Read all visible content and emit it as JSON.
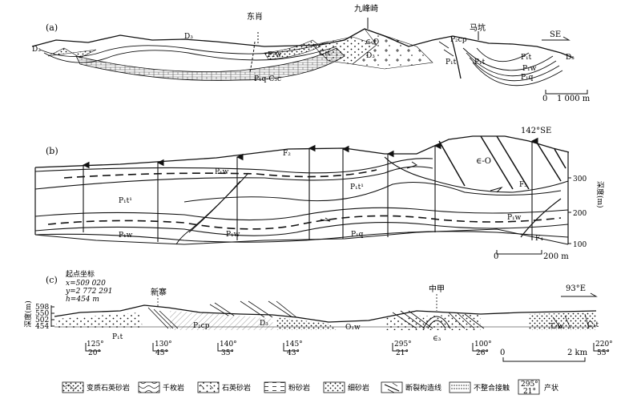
{
  "panel_a": {
    "panel_label": "(a)",
    "place_dongxiao": "东肖",
    "place_jiufengqi": "九峰崎",
    "place_makeng": "马坑",
    "direction": "SE",
    "scale_start": "0",
    "scale_end": "1 000 m",
    "units": {
      "d3_left": "D₃",
      "d3_mid": "D₃",
      "p1w": "P₁w",
      "c1t": "C₁t",
      "d3_center": "D₃",
      "cambro_ordovician": "∈-O",
      "p2cp": "P₂cp",
      "p1t_a": "P₁t",
      "p1t_b": "P₁t",
      "p1t_c": "P₁t",
      "p1w_right": "P₁w",
      "p1q_right": "P₁q",
      "d3_right": "D₃",
      "p1q_c3c": "P₁q-C₃c"
    }
  },
  "panel_b": {
    "panel_label": "(b)",
    "direction": "142°SE",
    "f2": "F₂",
    "f3": "F₃",
    "f4": "F₄",
    "p1w_top": "P₁w",
    "p1t1_left": "P₁t¹",
    "p1t1_mid": "P₁t¹",
    "p1w_left": "P₁w",
    "p1w_mid": "P₁w",
    "p1q": "P₁q",
    "cambro_ordovician": "∈-O",
    "p1w_right": "P₁w",
    "depth_axis_title": "深度(m)",
    "depth_ticks": [
      "300",
      "200",
      "100"
    ],
    "scale_start": "0",
    "scale_end": "200 m"
  },
  "panel_c": {
    "panel_label": "(c)",
    "start_title": "起点坐标",
    "coord_x": "x=509 020",
    "coord_y": "y=2 772 291",
    "coord_h": "h=454 m",
    "place_xinzhai": "新寨",
    "place_zhongjia": "中甲",
    "direction": "93°E",
    "depth_axis_title": "深度(m)",
    "depth_ticks": [
      "598",
      "550",
      "502",
      "454"
    ],
    "units": {
      "p1t": "P₁t",
      "p2cp": "P₂cp",
      "d3": "D₃",
      "o1w": "O₁w",
      "cambrian": "∈₃",
      "t1w": "T₁w",
      "c1t": "C₁t"
    },
    "attitudes": [
      {
        "az": "125°",
        "dip": "20°"
      },
      {
        "az": "130°",
        "dip": "45°"
      },
      {
        "az": "140°",
        "dip": "35°"
      },
      {
        "az": "145°",
        "dip": "43°"
      },
      {
        "az": "295°",
        "dip": "21°"
      },
      {
        "az": "100°",
        "dip": "26°"
      },
      {
        "az": "220°",
        "dip": "55°"
      }
    ],
    "scale_start": "0",
    "scale_end": "2 km"
  },
  "legend": [
    {
      "label": "变质石英砂岩"
    },
    {
      "label": "千枚岩"
    },
    {
      "label": "石英砂岩"
    },
    {
      "label": "粉砂岩"
    },
    {
      "label": "细砂岩"
    },
    {
      "label": "断裂构造线"
    },
    {
      "label": "不整合接触"
    },
    {
      "label": "产状",
      "sample_az": "295°",
      "sample_dip": "21°"
    }
  ]
}
